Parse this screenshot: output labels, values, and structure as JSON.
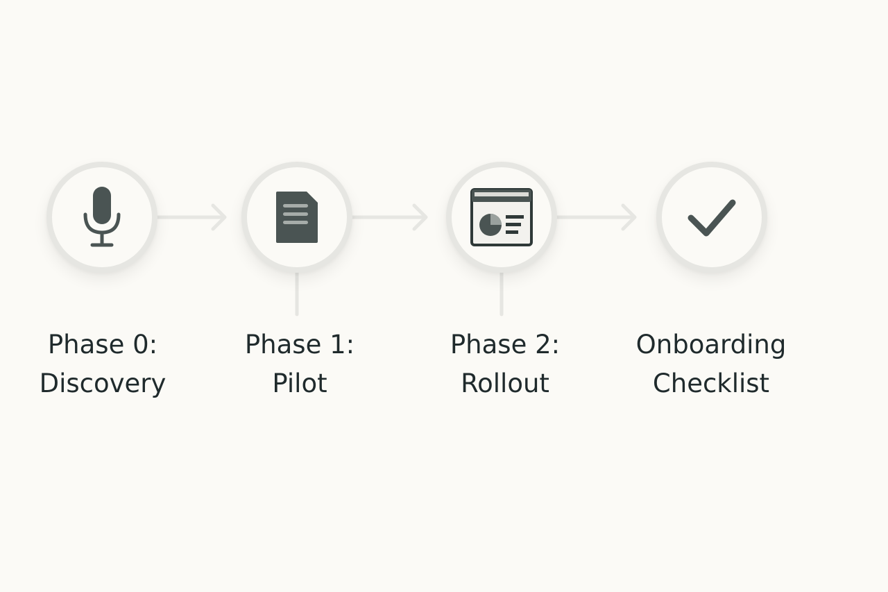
{
  "diagram": {
    "background_color": "#fbfaf6",
    "connector_color": "#e6e6e2",
    "icon_color": "#4a5453",
    "steps": [
      {
        "icon": "microphone-icon",
        "label_line1": "Phase 0:",
        "label_line2": "Discovery"
      },
      {
        "icon": "document-icon",
        "label_line1": "Phase 1:",
        "label_line2": "Pilot"
      },
      {
        "icon": "dashboard-window-icon",
        "label_line1": "Phase 2:",
        "label_line2": "Rollout"
      },
      {
        "icon": "checkmark-icon",
        "label_line1": "Onboarding",
        "label_line2": "Checklist"
      }
    ]
  }
}
